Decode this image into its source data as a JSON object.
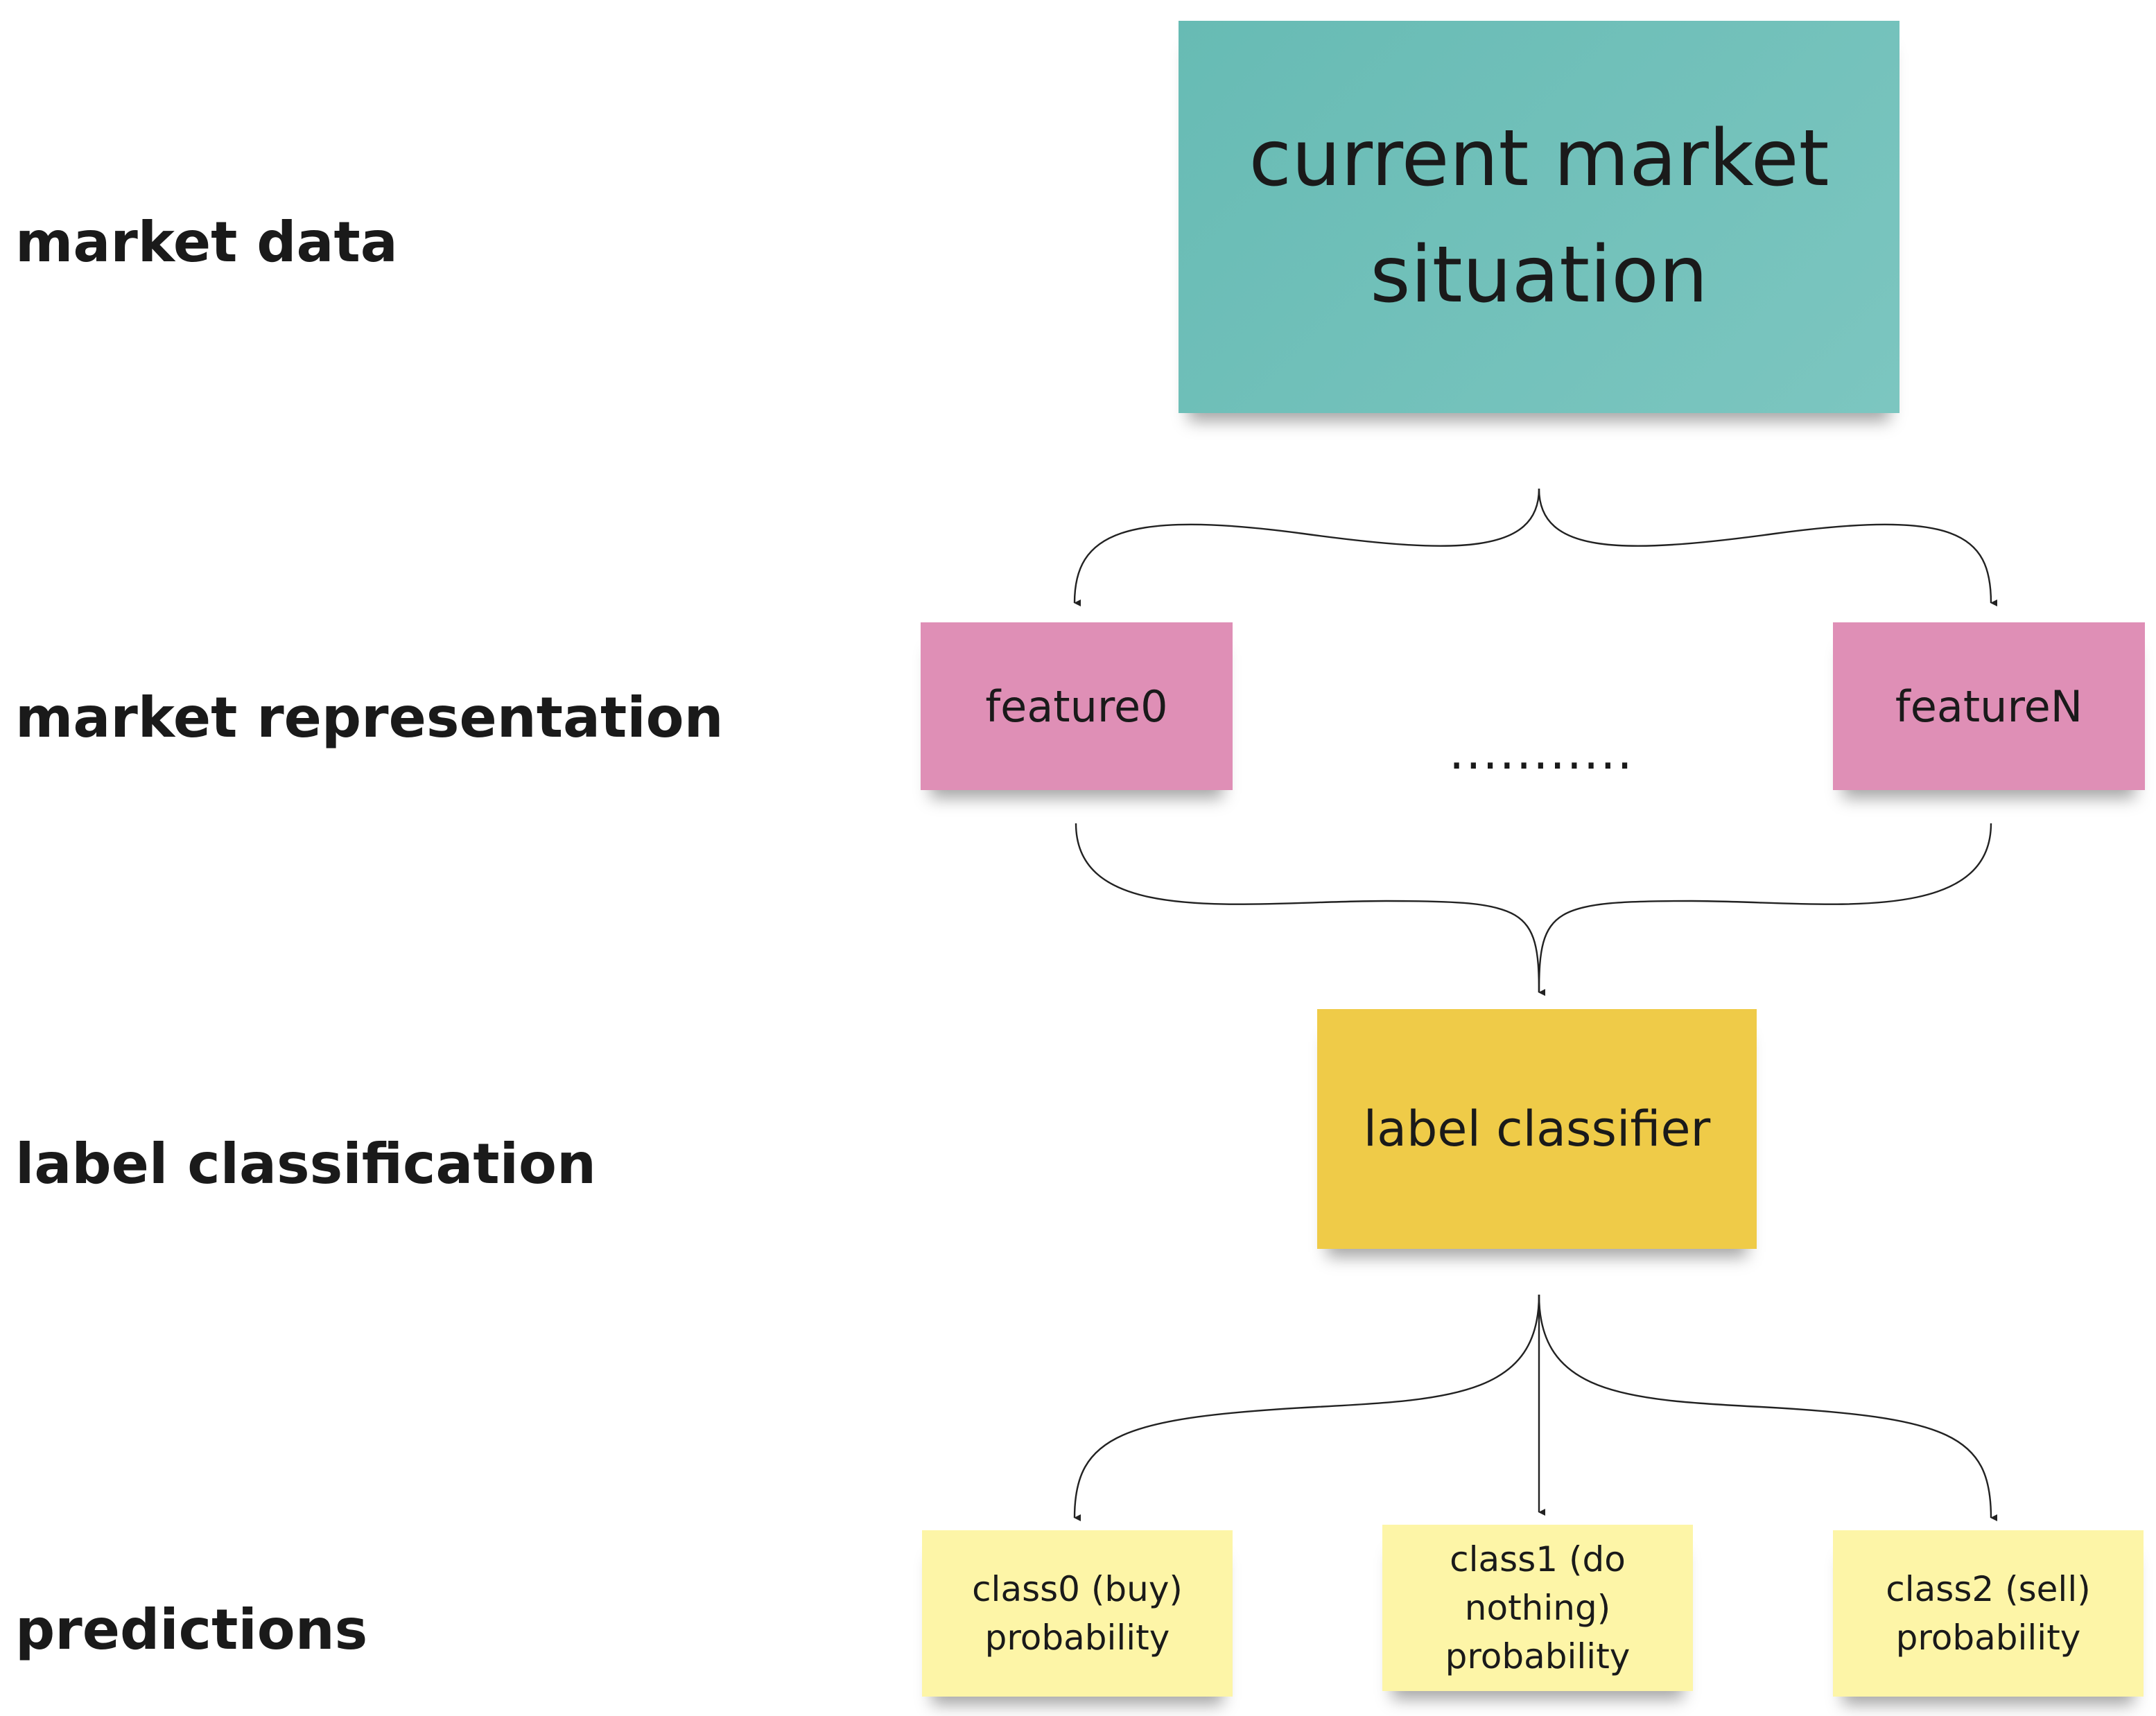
{
  "row_labels": {
    "market_data": "market data",
    "market_representation": "market representation",
    "label_classification": "label classification",
    "predictions": "predictions"
  },
  "notes": {
    "market_situation": {
      "line1": "current market",
      "line2": "situation"
    },
    "feature0": "feature0",
    "featureN": "featureN",
    "ellipsis": "...........",
    "classifier": "label classifier",
    "class0": {
      "line1": "class0 (buy)",
      "line2": "probability"
    },
    "class1": {
      "line1": "class1 (do",
      "line2": "nothing)",
      "line3": "probability"
    },
    "class2": {
      "line1": "class2 (sell)",
      "line2": "probability"
    }
  },
  "colors": {
    "market_note": "#72c1ba",
    "feature_note": "#df8fb6",
    "classifier_note": "#efcb48",
    "prediction_note": "#fdf5a7",
    "connector": "#222222"
  }
}
